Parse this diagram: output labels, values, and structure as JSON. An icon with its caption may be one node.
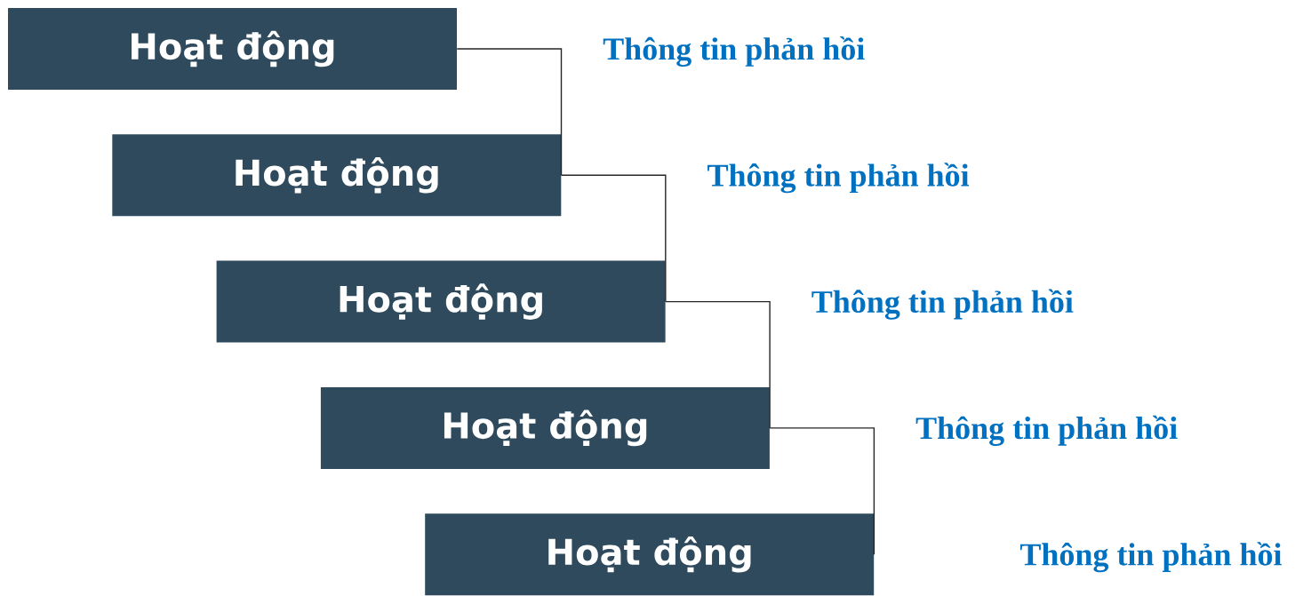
{
  "diagram": {
    "nodes": [
      {
        "text": [
          "Hoạt động"
        ]
      },
      {
        "text": [
          "Hoạt động"
        ]
      },
      {
        "text": [
          "Hoạt động"
        ]
      },
      {
        "text": [
          "Hoạt động"
        ]
      },
      {
        "text": [
          "Hoạt động"
        ]
      }
    ],
    "edges": [
      {
        "from": 0,
        "to": 1,
        "arrow": "none"
      },
      {
        "from": 1,
        "to": 2,
        "arrow": "none"
      },
      {
        "from": 2,
        "to": 3,
        "arrow": "none"
      },
      {
        "from": 3,
        "to": 4,
        "arrow": "none"
      }
    ],
    "labels": [
      "Thông tin phản hồi",
      "Thông tin phản hồi",
      "Thông tin phản hồi",
      "Thông tin phản hồi",
      "Thông tin phản hồi"
    ]
  }
}
